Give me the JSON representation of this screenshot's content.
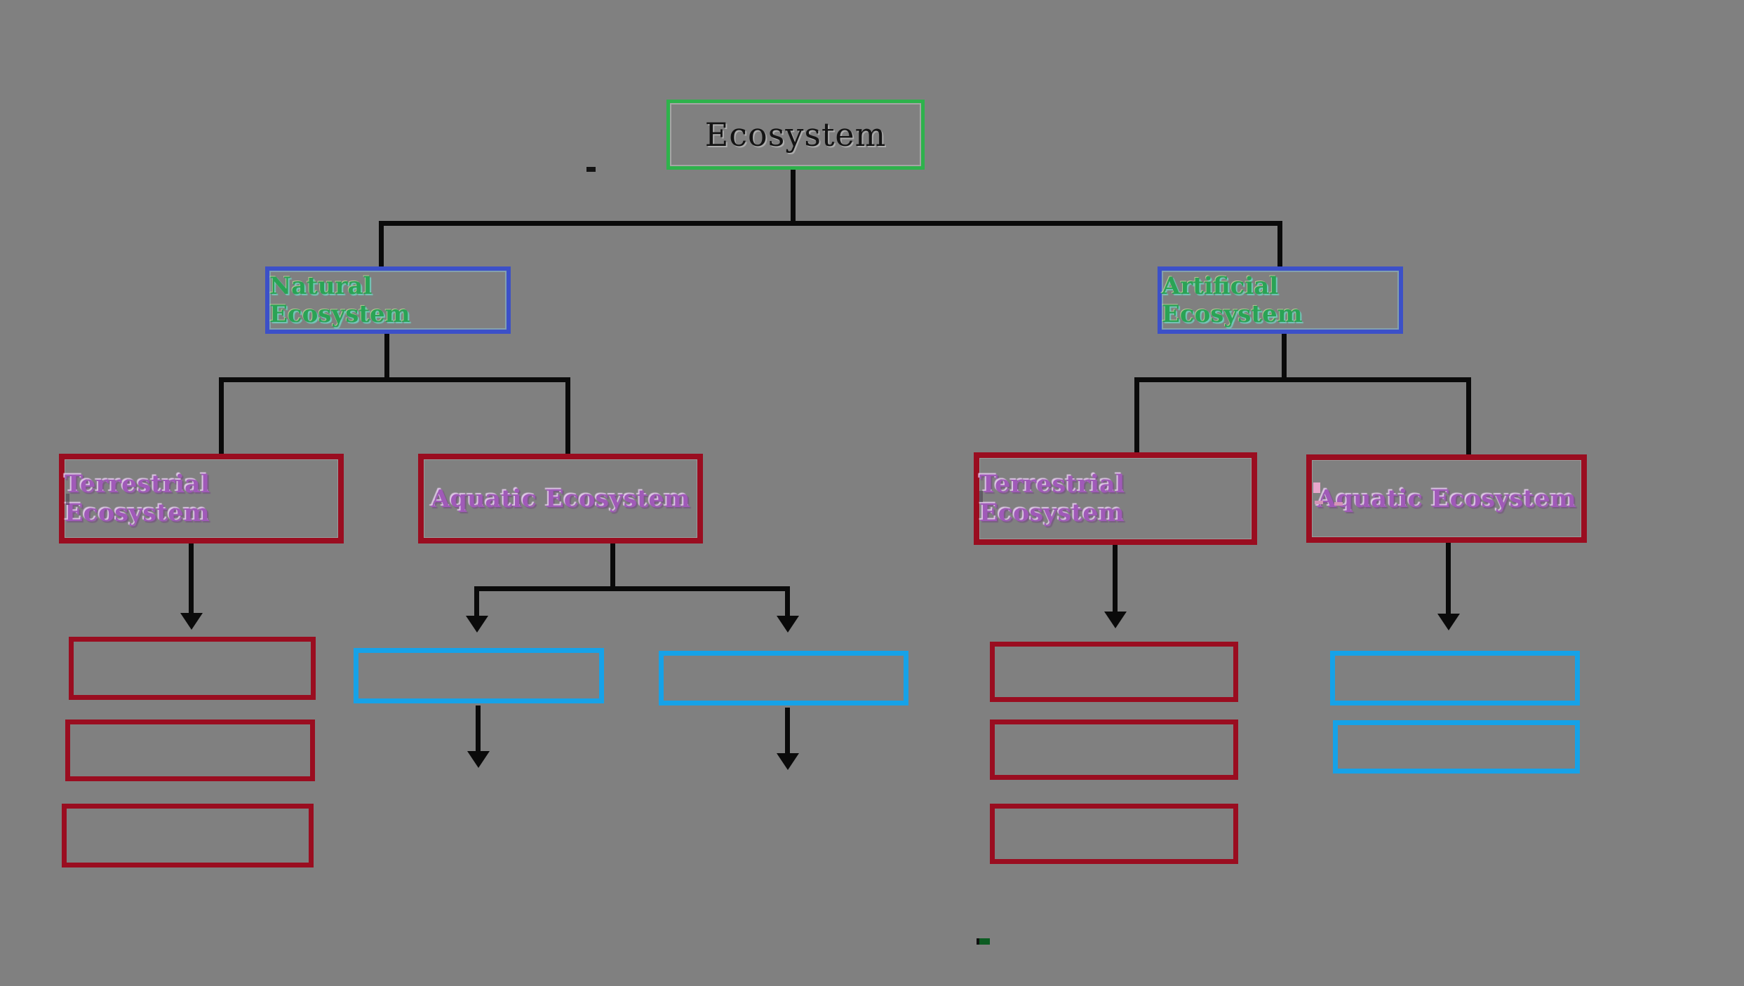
{
  "diagram": {
    "title": "Ecosystem classification flowchart",
    "background_color": "#808080",
    "line_color": "#0a0a0a",
    "nodes": {
      "root": {
        "label": "Ecosystem",
        "border_color": "#2eb24c",
        "text_color": "#141414"
      },
      "natural": {
        "label": "Natural Ecosystem",
        "border_color": "#3c50c8",
        "text_color": "#2aa355"
      },
      "artificial": {
        "label": "Artificial Ecosystem",
        "border_color": "#3c50c8",
        "text_color": "#2aa355"
      },
      "terrestrial_left": {
        "label": "Terrestrial Ecosystem",
        "border_color": "#9a0d20",
        "text_color": "#a05ab8"
      },
      "aquatic_left": {
        "label": "Aquatic Ecosystem",
        "border_color": "#9a0d20",
        "text_color": "#a05ab8"
      },
      "terrestrial_right": {
        "label": "Terrestrial Ecosystem",
        "border_color": "#9a0d20",
        "text_color": "#a05ab8"
      },
      "aquatic_right": {
        "label": "Aquatic Ecosystem",
        "border_color": "#9a0d20",
        "text_color": "#a05ab8"
      }
    },
    "empty_boxes": {
      "under_terrestrial_left": {
        "count": 3,
        "border_color": "#9a0d20"
      },
      "under_aquatic_left": {
        "count": 2,
        "border_color": "#16a2e8"
      },
      "under_terrestrial_right": {
        "count": 3,
        "border_color": "#9a0d20"
      },
      "under_aquatic_right": {
        "count": 2,
        "border_color": "#16a2e8"
      }
    },
    "edges": [
      "root -> natural",
      "root -> artificial",
      "natural -> terrestrial_left",
      "natural -> aquatic_left",
      "artificial -> terrestrial_right",
      "artificial -> aquatic_right",
      "terrestrial_left -> empty x3",
      "aquatic_left -> empty x2 (each with arrow below)",
      "terrestrial_right -> empty x3",
      "aquatic_right -> empty x2"
    ]
  }
}
